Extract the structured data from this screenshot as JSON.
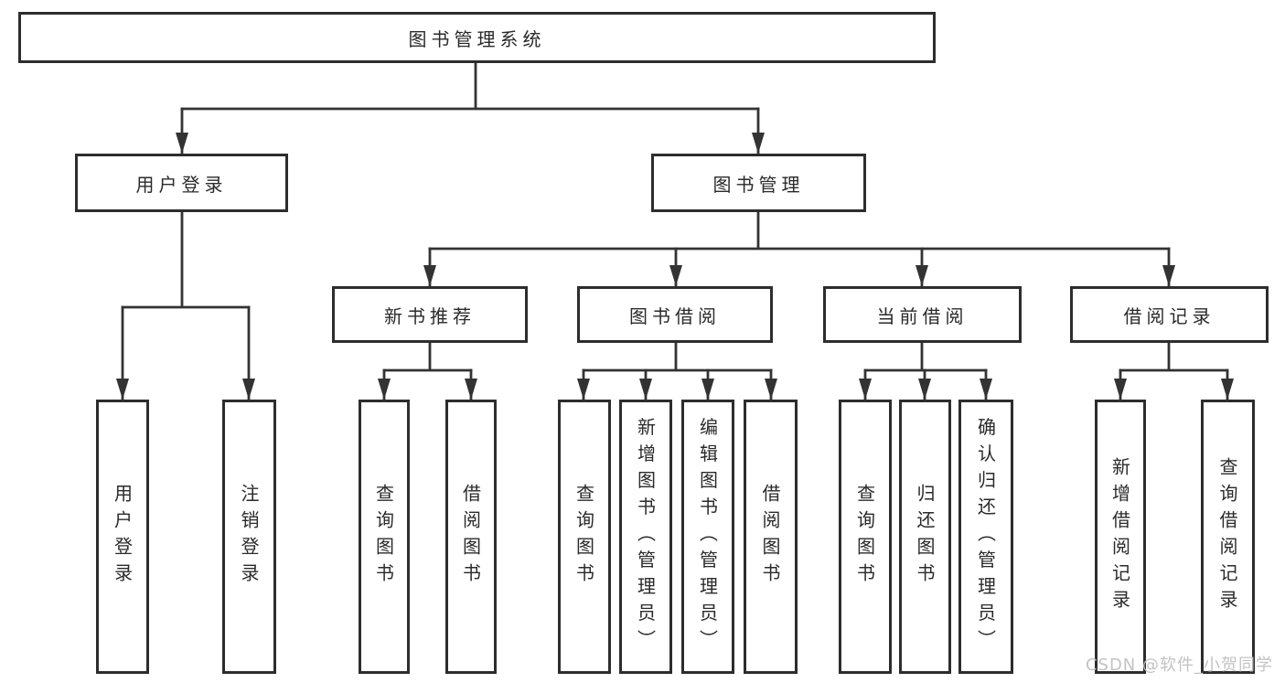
{
  "tree": {
    "label": "图书管理系统",
    "children": [
      {
        "label": "用户登录",
        "children": [
          {
            "label": "用户登录"
          },
          {
            "label": "注销登录"
          }
        ]
      },
      {
        "label": "图书管理",
        "children": [
          {
            "label": "新书推荐",
            "children": [
              {
                "label": "查询图书"
              },
              {
                "label": "借阅图书"
              }
            ]
          },
          {
            "label": "图书借阅",
            "children": [
              {
                "label": "查询图书"
              },
              {
                "label": "新增图书（管理员）"
              },
              {
                "label": "编辑图书（管理员）"
              },
              {
                "label": "借阅图书"
              }
            ]
          },
          {
            "label": "当前借阅",
            "children": [
              {
                "label": "查询图书"
              },
              {
                "label": "归还图书"
              },
              {
                "label": "确认归还（管理员）"
              }
            ]
          },
          {
            "label": "借阅记录",
            "children": [
              {
                "label": "新增借阅记录"
              },
              {
                "label": "查询借阅记录"
              }
            ]
          }
        ]
      }
    ]
  },
  "watermark": {
    "text": "CSDN @软件_小贺同学"
  },
  "colors": {
    "line": "#333333",
    "border": "#2d2d2d",
    "text": "#2a2a2a",
    "background": "#ffffff",
    "watermark": "#c3c3c3"
  }
}
